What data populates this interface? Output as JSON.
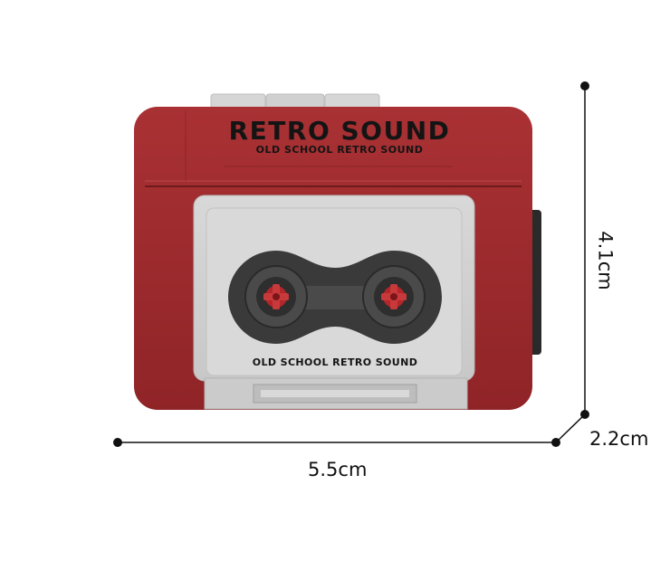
{
  "product": {
    "brand_title": "RETRO SOUND",
    "brand_subtitle": "OLD SCHOOL RETRO SOUND",
    "cassette_label": "OLD SCHOOL RETRO SOUND",
    "colors": {
      "body": "#9e2a2c",
      "body_dark": "#7e1e21",
      "panel": "#cfcfcf",
      "panel_light": "#dcdcdc",
      "reel_ring": "#3c3c3c",
      "reel_hub": "#b3262a"
    }
  },
  "dimensions": {
    "width": "5.5cm",
    "height": "4.1cm",
    "depth": "2.2cm"
  }
}
